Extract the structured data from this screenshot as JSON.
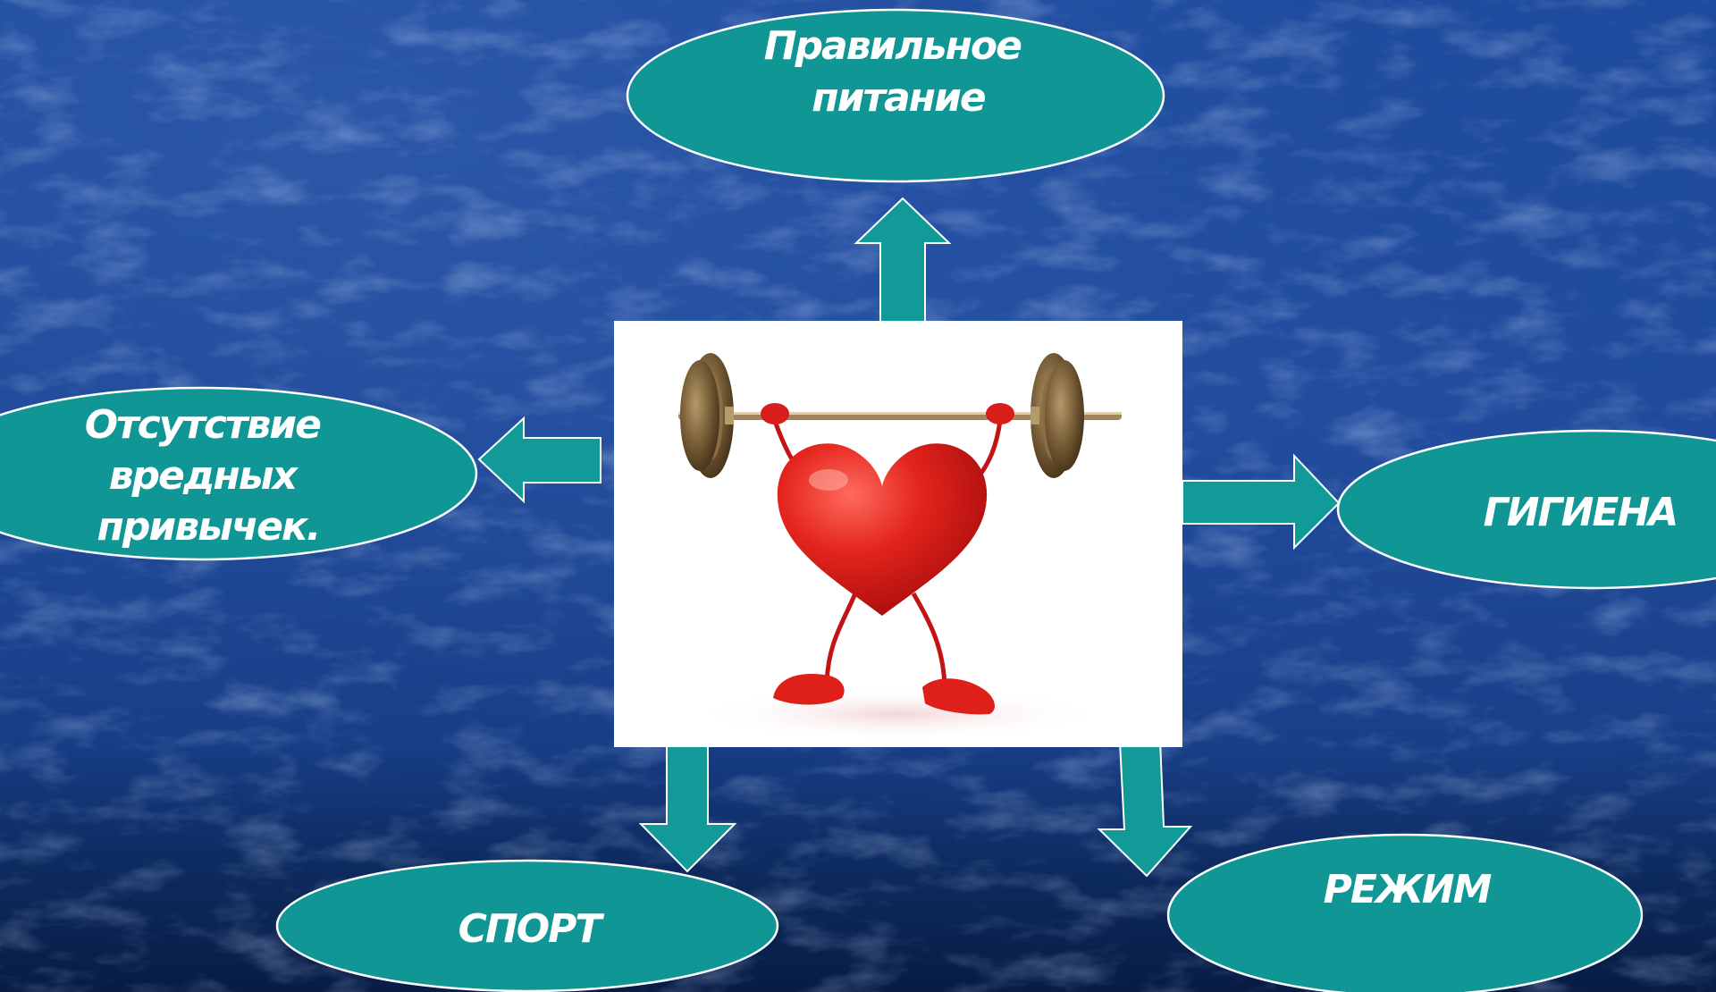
{
  "nodes": {
    "nutrition": {
      "lines": [
        "Правильное",
        "питание"
      ]
    },
    "no_bad_habits": {
      "lines": [
        "Отсутствие",
        "вредных",
        "привычек."
      ]
    },
    "hygiene": {
      "lines": [
        "ГИГИЕНА"
      ]
    },
    "sport": {
      "lines": [
        "СПОРТ"
      ]
    },
    "regime": {
      "lines": [
        "РЕЖИМ"
      ]
    }
  },
  "center_image": {
    "icon": "heart-lifting-barbell-icon"
  },
  "colors": {
    "background": "#1a4594",
    "node_fill": "#0f9695",
    "node_stroke": "#ffffff",
    "arrow_fill": "#129a98",
    "heart": "#e01b1b",
    "text": "#ffffff"
  }
}
